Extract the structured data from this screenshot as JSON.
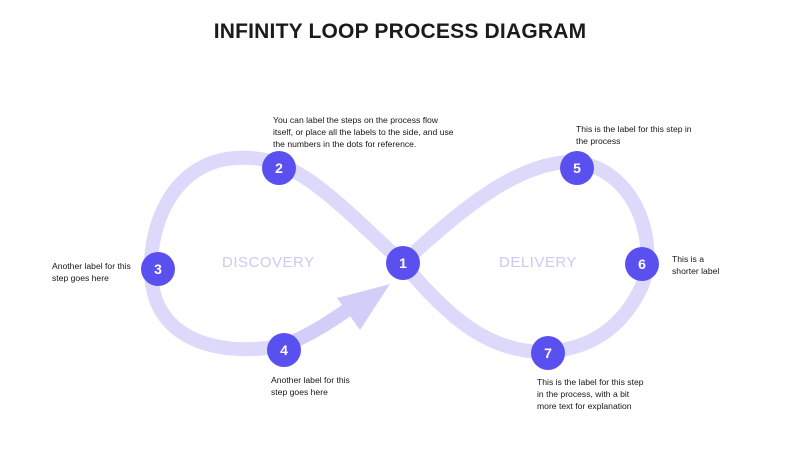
{
  "title": "INFINITY LOOP PROCESS DIAGRAM",
  "phases": [
    "DISCOVERY",
    "DELIVERY"
  ],
  "steps": [
    {
      "number": "1",
      "label": ""
    },
    {
      "number": "2",
      "label": "You can label the steps on the process flow itself, or place all the labels to the side, and use the numbers in the dots for reference."
    },
    {
      "number": "3",
      "label": "Another label for this step goes here"
    },
    {
      "number": "4",
      "label": "Another label for this step goes here"
    },
    {
      "number": "5",
      "label": "This is the label for this step in the process"
    },
    {
      "number": "6",
      "label": "This is a shorter label"
    },
    {
      "number": "7",
      "label": "This is the label for this step in the process, with a bit more text for explanation"
    }
  ],
  "colors": {
    "node": "#5a50f0",
    "loop": "#dcd9fb",
    "arrow": "#d2cefa",
    "phase_text": "#cdc9f5",
    "title": "#1b1b1f"
  }
}
